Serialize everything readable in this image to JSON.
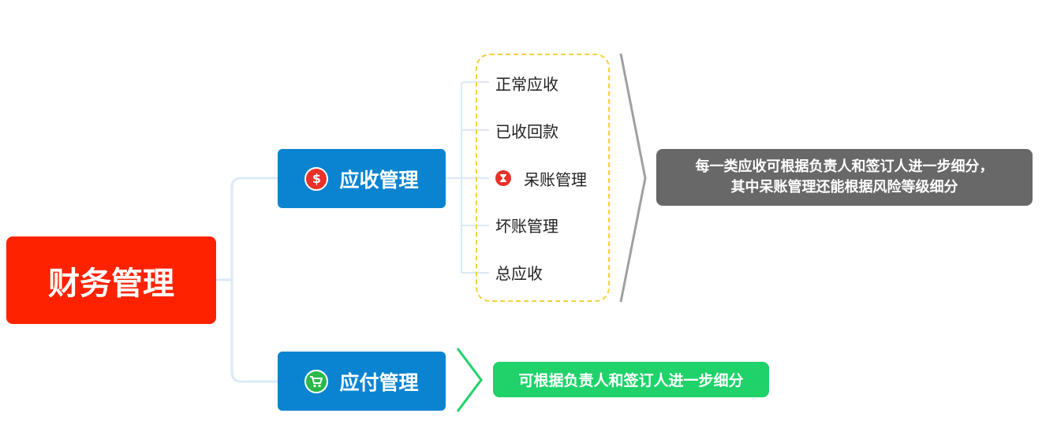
{
  "root": {
    "label": "财务管理"
  },
  "branches": [
    {
      "label": "应收管理",
      "icon": "dollar-icon",
      "color": "#0a84d0",
      "children": [
        {
          "label": "正常应收"
        },
        {
          "label": "已收回款"
        },
        {
          "label": "呆账管理",
          "icon": "hourglass-icon"
        },
        {
          "label": "坏账管理"
        },
        {
          "label": "总应收"
        }
      ],
      "summary": {
        "line1": "每一类应收可根据负责人和签订人进一步细分，",
        "line2": "其中呆账管理还能根据风险等级细分"
      }
    },
    {
      "label": "应付管理",
      "icon": "cart-icon",
      "color": "#0a84d0",
      "summary": {
        "line1": "可根据负责人和签订人进一步细分"
      }
    }
  ],
  "colors": {
    "root": "#ff2200",
    "branch": "#0a84d0",
    "group_border": "#f7cf3e",
    "summary_gray": "#686868",
    "summary_green": "#1fd26a",
    "connector": "#dbe9f7"
  },
  "dollar_symbol": "$"
}
